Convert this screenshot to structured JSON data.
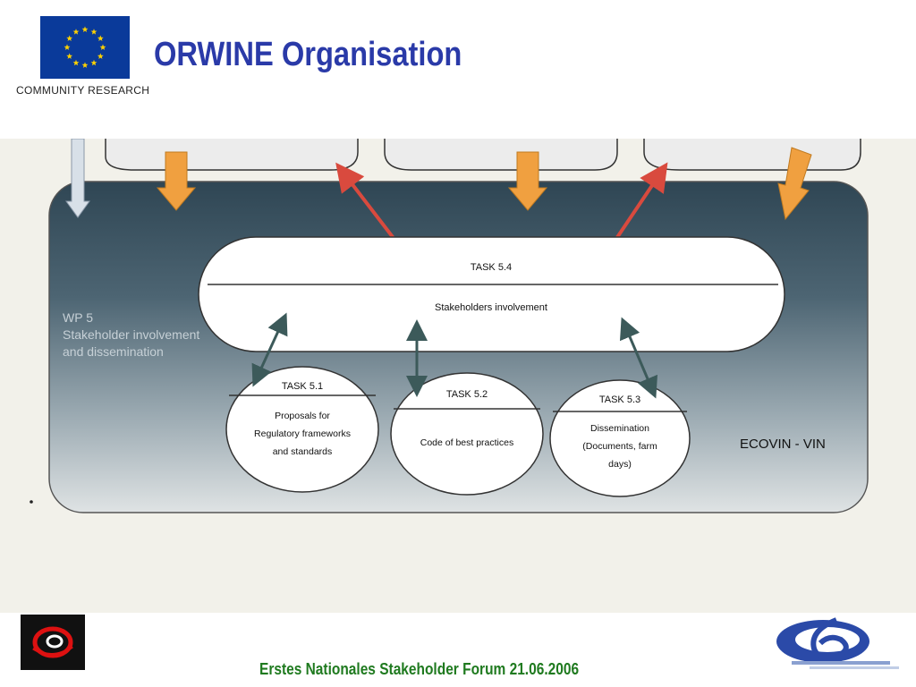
{
  "header": {
    "title": "ORWINE  Organisation",
    "community_label": "COMMUNITY RESEARCH"
  },
  "diagram": {
    "wp_label_lines": [
      "WP 5",
      "Stakeholder involvement",
      "and dissemination"
    ],
    "task_54": {
      "header": "TASK 5.4",
      "body": "Stakeholders involvement"
    },
    "tasks": [
      {
        "header": "TASK 5.1",
        "body_lines": [
          "Proposals for",
          "Regulatory frameworks",
          "and standards"
        ]
      },
      {
        "header": "TASK 5.2",
        "body_lines": [
          "Code of best practices"
        ]
      },
      {
        "header": "TASK 5.3",
        "body_lines": [
          "Dissemination",
          "(Documents, farm",
          "days)"
        ]
      }
    ],
    "partner_label": "ECOVIN - VIN"
  },
  "footer": {
    "text": "Erstes Nationales Stakeholder Forum 21.06.2006"
  },
  "colors": {
    "title": "#2a3aa8",
    "footer": "#1f7a1f",
    "eu_blue": "#0a3a9a",
    "eu_star": "#ffd200",
    "orange_arrow": "#f0a040",
    "red_arrow": "#d94a3e",
    "teal_arrow": "#3c5a5a",
    "panel_dark": "#324a58",
    "panel_light": "#d8dde0"
  },
  "icons": {
    "eu_flag": "eu-flag-icon",
    "left_logo": "red-circle-logo-icon",
    "right_logo": "fp6-logo-icon"
  }
}
